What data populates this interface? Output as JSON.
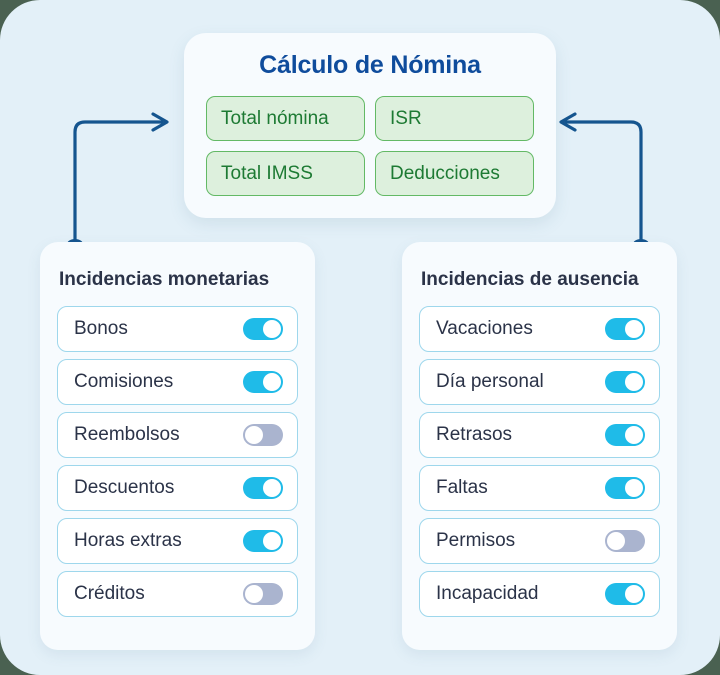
{
  "colors": {
    "canvas_background": "#e3f0f8",
    "outer_frame": "#4a6151",
    "card_background": "#f7fbfe",
    "title_blue": "#0f4c9c",
    "pill_fill": "#ddf0dd",
    "pill_border": "#63b965",
    "pill_text": "#1d7a33",
    "row_border": "#9ed7ec",
    "label_text": "#2b3348",
    "toggle_on": "#1fbbe8",
    "toggle_off": "#aab4cf",
    "connector_stroke": "#15558f"
  },
  "top_card": {
    "title": "Cálculo de Nómina",
    "pills": [
      {
        "label": "Total nómina"
      },
      {
        "label": "ISR"
      },
      {
        "label": "Total IMSS"
      },
      {
        "label": "Deducciones"
      }
    ]
  },
  "panels": [
    {
      "id": "monetary",
      "title": "Incidencias monetarias",
      "rows": [
        {
          "label": "Bonos",
          "toggle": "on"
        },
        {
          "label": "Comisiones",
          "toggle": "on"
        },
        {
          "label": "Reembolsos",
          "toggle": "off"
        },
        {
          "label": "Descuentos",
          "toggle": "on"
        },
        {
          "label": "Horas extras",
          "toggle": "on"
        },
        {
          "label": "Créditos",
          "toggle": "off"
        }
      ]
    },
    {
      "id": "absence",
      "title": "Incidencias de ausencia",
      "rows": [
        {
          "label": "Vacaciones",
          "toggle": "on"
        },
        {
          "label": "Día personal",
          "toggle": "on"
        },
        {
          "label": "Retrasos",
          "toggle": "on"
        },
        {
          "label": "Faltas",
          "toggle": "on"
        },
        {
          "label": "Permisos",
          "toggle": "off"
        },
        {
          "label": "Incapacidad",
          "toggle": "on"
        }
      ]
    }
  ],
  "connectors": [
    {
      "name": "left-connector",
      "direction": "right"
    },
    {
      "name": "right-connector",
      "direction": "left"
    }
  ]
}
